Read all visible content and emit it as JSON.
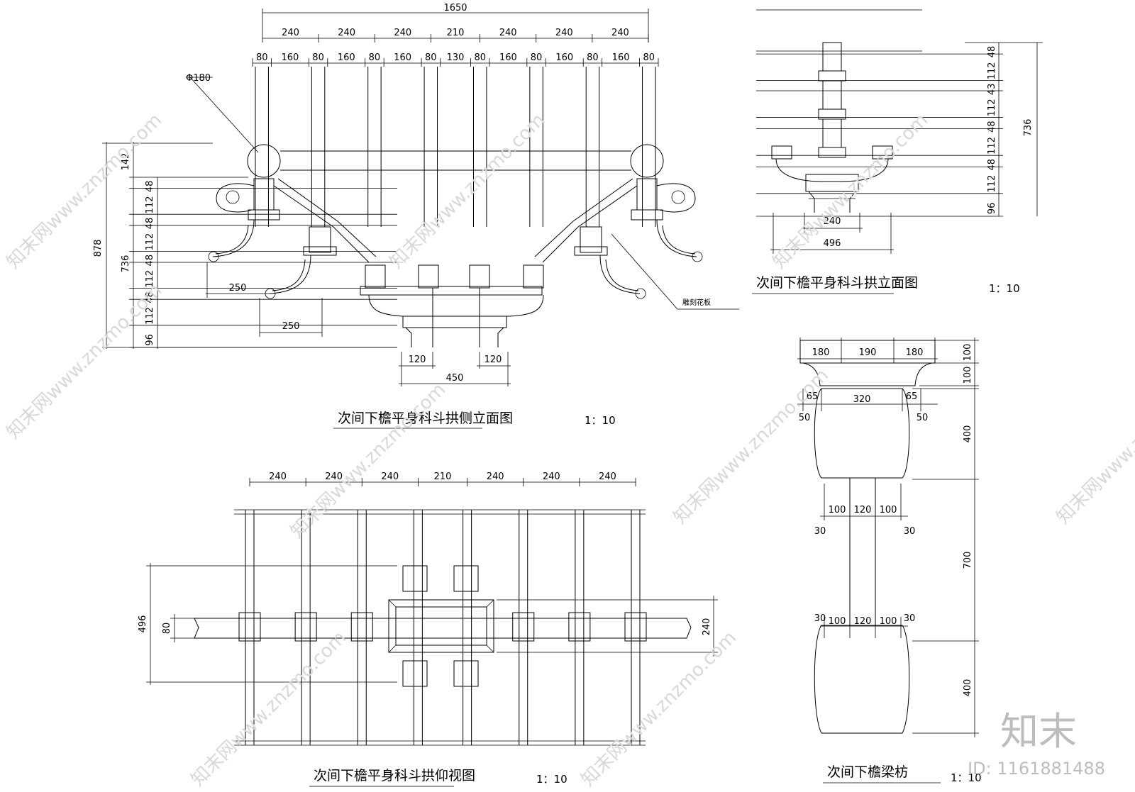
{
  "drawings": {
    "side_elevation": {
      "title": "次间下檐平身科斗拱侧立面图",
      "scale": "1：10",
      "overall": "1650",
      "spacing": [
        "240",
        "240",
        "240",
        "210",
        "240",
        "240",
        "240"
      ],
      "members": [
        "80",
        "160",
        "80",
        "160",
        "80",
        "160",
        "80",
        "130",
        "80",
        "160",
        "80",
        "160",
        "80",
        "160",
        "80"
      ],
      "diameter": "Φ180",
      "heights_outer": [
        "878"
      ],
      "heights_mid": [
        "142",
        "736"
      ],
      "heights_tiers": [
        "48",
        "112",
        "48",
        "112",
        "48",
        "112",
        "48",
        "112",
        "96"
      ],
      "offset_upper": "250",
      "offset_lower": "250",
      "base": [
        "120",
        "120",
        "450"
      ],
      "note": "雕刻花板"
    },
    "front_elevation": {
      "title": "次间下檐平身科斗拱立面图",
      "scale": "1：10",
      "tiers": [
        "48",
        "112",
        "43",
        "112",
        "48",
        "112",
        "48",
        "112",
        "96"
      ],
      "total": "736",
      "inner_width": "240",
      "outer_width": "496"
    },
    "bottom_view": {
      "title": "次间下檐平身科斗拱仰视图",
      "scale": "1：10",
      "spacing": [
        "240",
        "240",
        "240",
        "210",
        "240",
        "240",
        "240"
      ],
      "depth": "496",
      "beam": "80",
      "block": "240"
    },
    "beam_section": {
      "title": "次间下檐梁枋",
      "scale": "1：10",
      "top_widths": [
        "180",
        "190",
        "180"
      ],
      "top_heights": [
        "100",
        "100"
      ],
      "upper": [
        "65",
        "320",
        "65"
      ],
      "upper_outer": [
        "50",
        "50"
      ],
      "web_top": [
        "100",
        "120",
        "100"
      ],
      "web_edge_top": [
        "30",
        "30"
      ],
      "web_bottom": [
        "100",
        "120",
        "100"
      ],
      "web_edge_bottom": [
        "30",
        "30"
      ],
      "heights": [
        "400",
        "700",
        "400"
      ]
    }
  },
  "watermark": {
    "text": "知末网www.znzmo.com",
    "logo": "知末",
    "id": "ID: 1161881488"
  }
}
